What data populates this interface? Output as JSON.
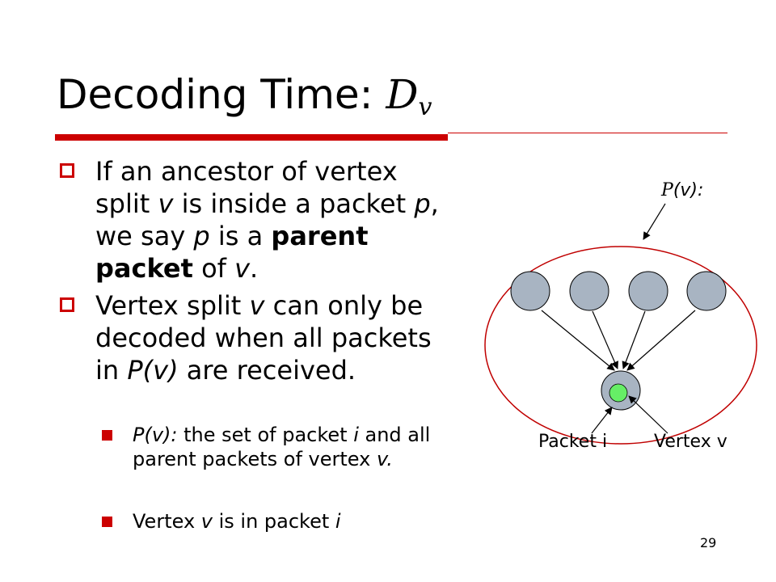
{
  "title": {
    "text": "Decoding Time: ",
    "math_main": "D",
    "math_sub": "v"
  },
  "bullets": [
    {
      "parts": [
        {
          "t": "If an ancestor of vertex split "
        },
        {
          "t": "v",
          "i": true
        },
        {
          "t": " is inside a packet "
        },
        {
          "t": "p",
          "i": true
        },
        {
          "t": ", we say "
        },
        {
          "t": "p",
          "i": true
        },
        {
          "t": " is a "
        },
        {
          "t": "parent packet",
          "b": true
        },
        {
          "t": " of "
        },
        {
          "t": "v",
          "i": true
        },
        {
          "t": "."
        }
      ]
    },
    {
      "parts": [
        {
          "t": "Vertex split "
        },
        {
          "t": "v",
          "i": true
        },
        {
          "t": " can only be decoded when all packets in "
        },
        {
          "t": "P(v)",
          "i": true
        },
        {
          "t": " are received."
        }
      ]
    }
  ],
  "subbullets": [
    {
      "parts": [
        {
          "t": "P(v):",
          "i": true
        },
        {
          "t": " the set of packet "
        },
        {
          "t": "i",
          "i": true
        },
        {
          "t": " and all parent packets of vertex "
        },
        {
          "t": "v.",
          "i": true
        }
      ]
    },
    {
      "parts": [
        {
          "t": "Vertex "
        },
        {
          "t": "v",
          "i": true
        },
        {
          "t": " is in packet "
        },
        {
          "t": "i",
          "i": true
        }
      ]
    }
  ],
  "diagram": {
    "pv_label": {
      "P": "P",
      "rest": "(v):"
    },
    "packet_label": "Packet i",
    "vertex_label": "Vertex v",
    "colors": {
      "ellipse": "#c00000",
      "node": "#a8b4c2",
      "vertex": "#66ee66"
    }
  },
  "page_number": "29"
}
